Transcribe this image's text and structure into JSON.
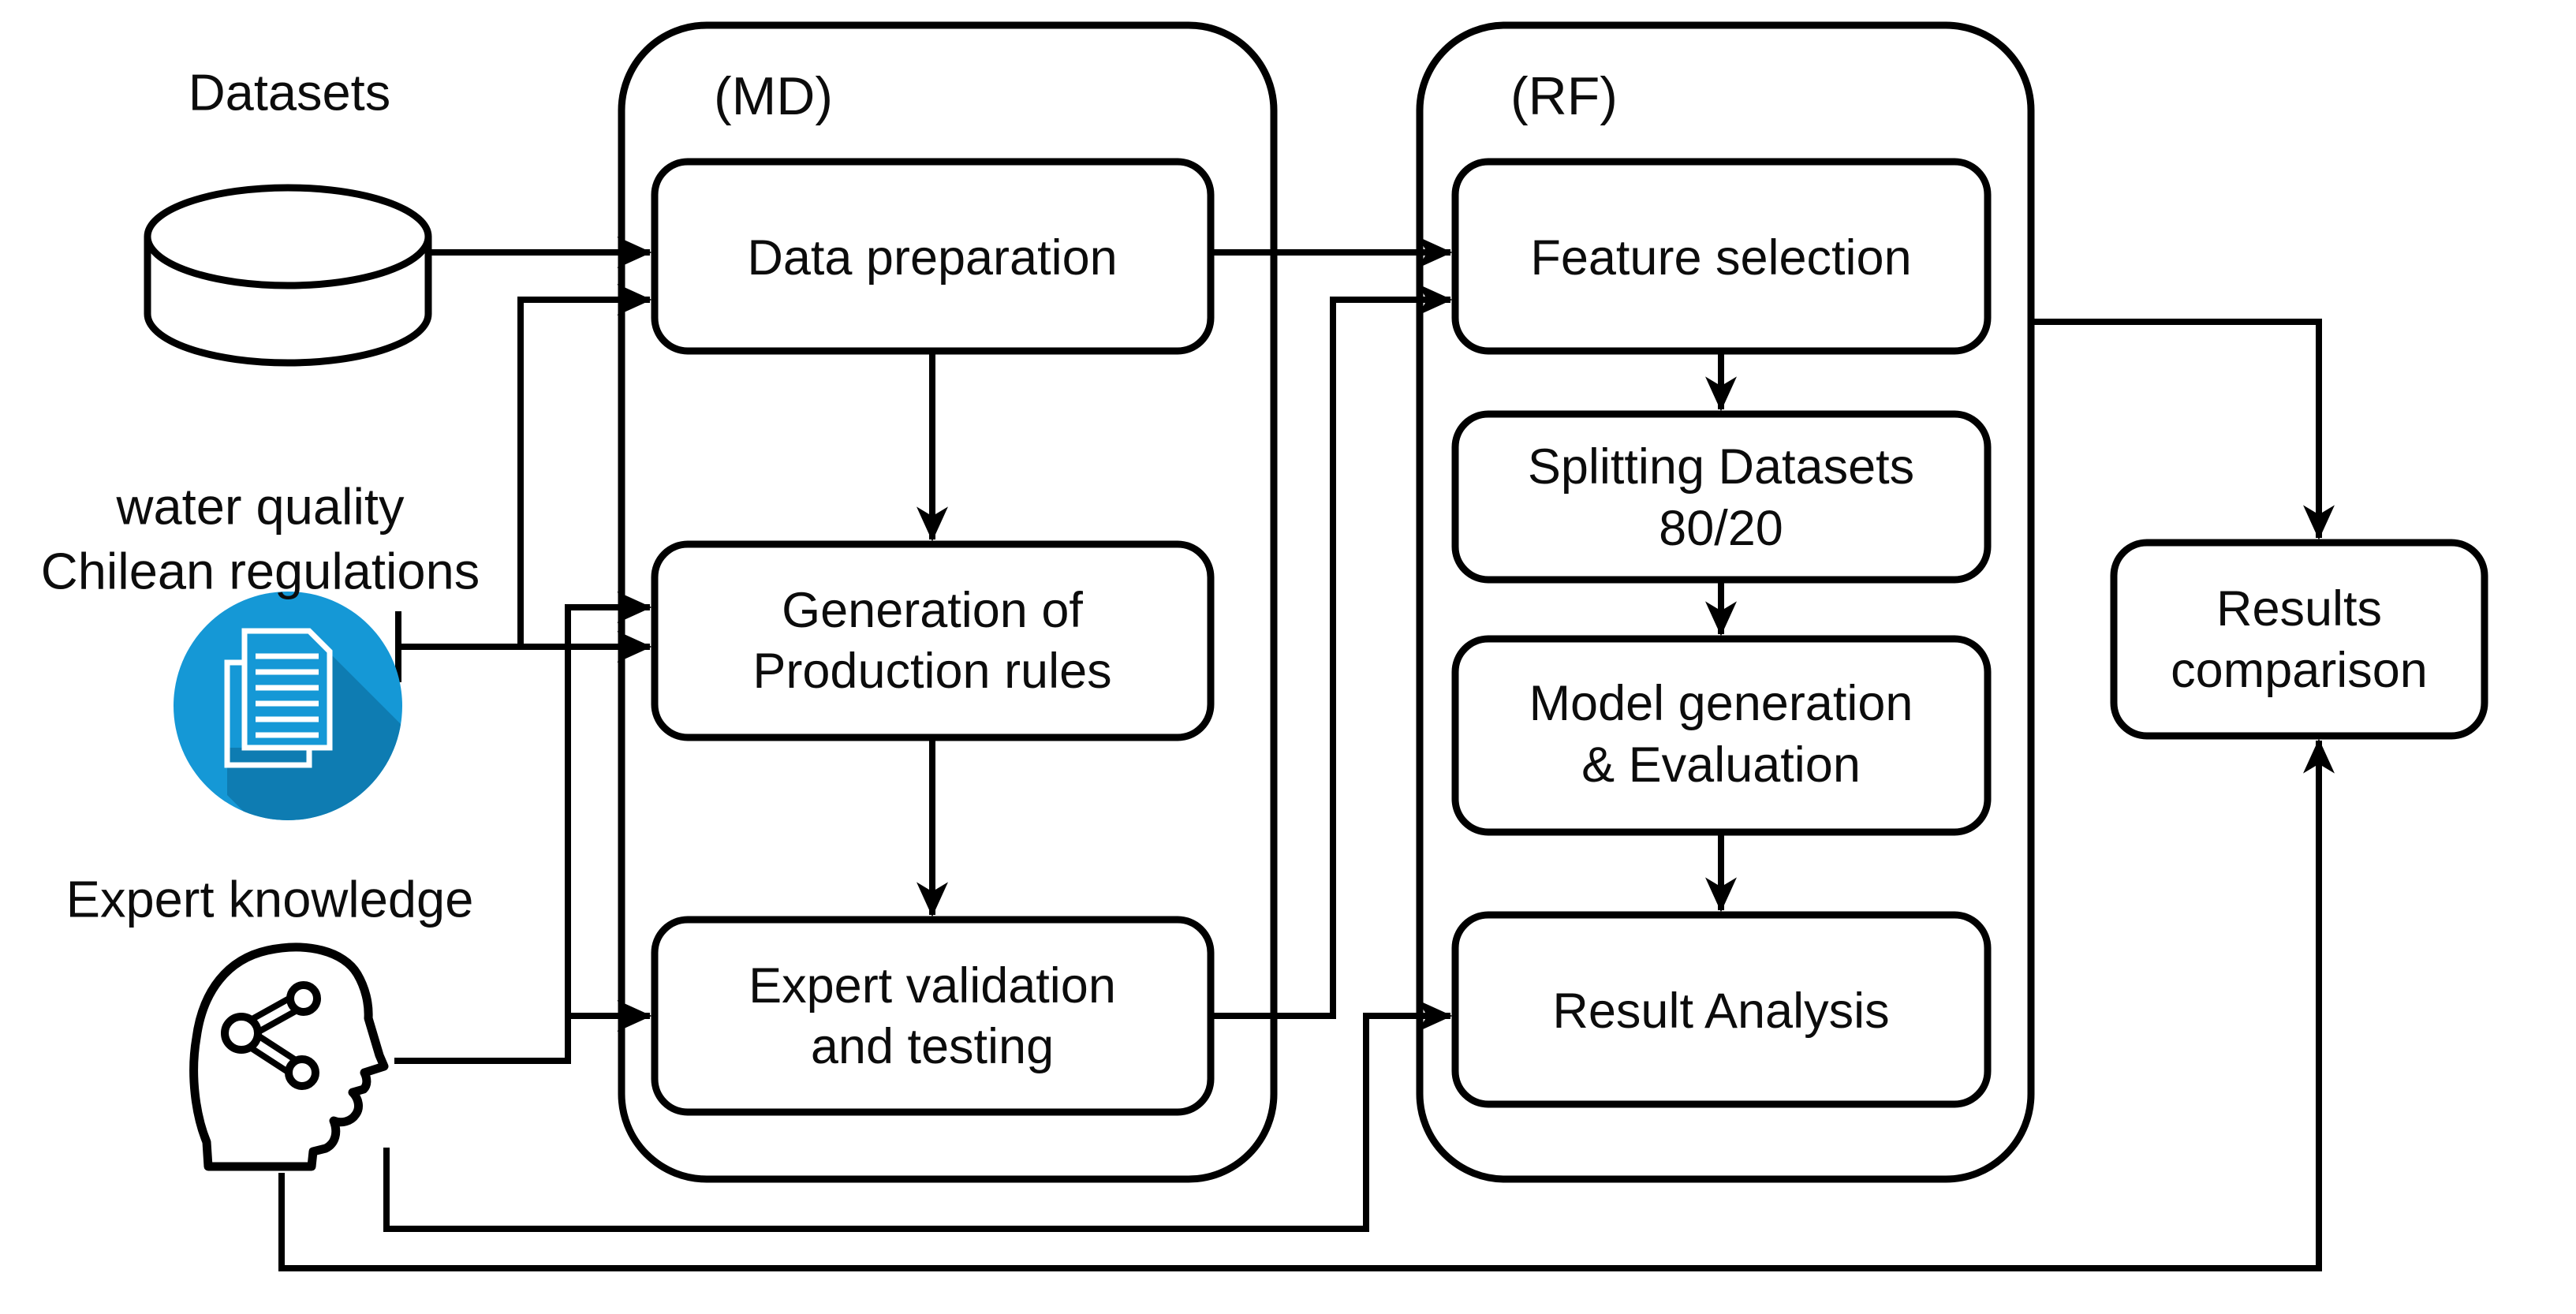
{
  "diagram": {
    "title_hint": "methodology-flowchart",
    "colors": {
      "background": "#ffffff",
      "line": "#000000",
      "icon_blue": "#1598d6",
      "icon_blue_shadow": "#0e7cb2",
      "icon_page_white": "#ffffff"
    },
    "inputs": {
      "datasets_label": "Datasets",
      "regulations_line1": "water quality",
      "regulations_line2": "Chilean regulations",
      "expert_label": "Expert knowledge"
    },
    "md": {
      "title": "(MD)",
      "data_preparation": "Data preparation",
      "generation_line1": "Generation of",
      "generation_line2": "Production rules",
      "validation_line1": "Expert validation",
      "validation_line2": "and testing"
    },
    "rf": {
      "title": "(RF)",
      "feature_selection": "Feature selection",
      "splitting_line1": "Splitting Datasets",
      "splitting_line2": "80/20",
      "model_line1": "Model generation",
      "model_line2": "& Evaluation",
      "result_analysis": "Result Analysis"
    },
    "output": {
      "results_line1": "Results",
      "results_line2": "comparison"
    }
  }
}
